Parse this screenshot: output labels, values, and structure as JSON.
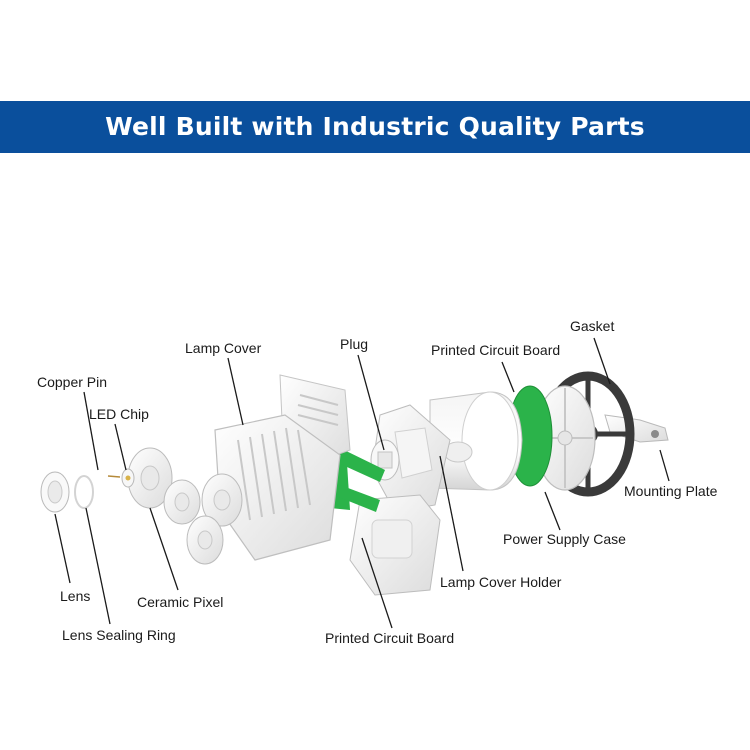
{
  "header": {
    "title": "Well Built with Industric Quality Parts",
    "background_color": "#0a4f9c",
    "text_color": "#ffffff"
  },
  "diagram": {
    "accent_color": "#2bb34a",
    "labels": {
      "gasket": "Gasket",
      "printed_circuit_board_top": "Printed Circuit Board",
      "plug": "Plug",
      "lamp_cover": "Lamp Cover",
      "copper_pin": "Copper Pin",
      "led_chip": "LED Chip",
      "mounting_plate": "Mounting Plate",
      "power_supply_case": "Power Supply Case",
      "lamp_cover_holder": "Lamp Cover Holder",
      "lens": "Lens",
      "ceramic_pixel": "Ceramic Pixel",
      "lens_sealing_ring": "Lens Sealing Ring",
      "printed_circuit_board_bottom": "Printed Circuit Board"
    }
  }
}
